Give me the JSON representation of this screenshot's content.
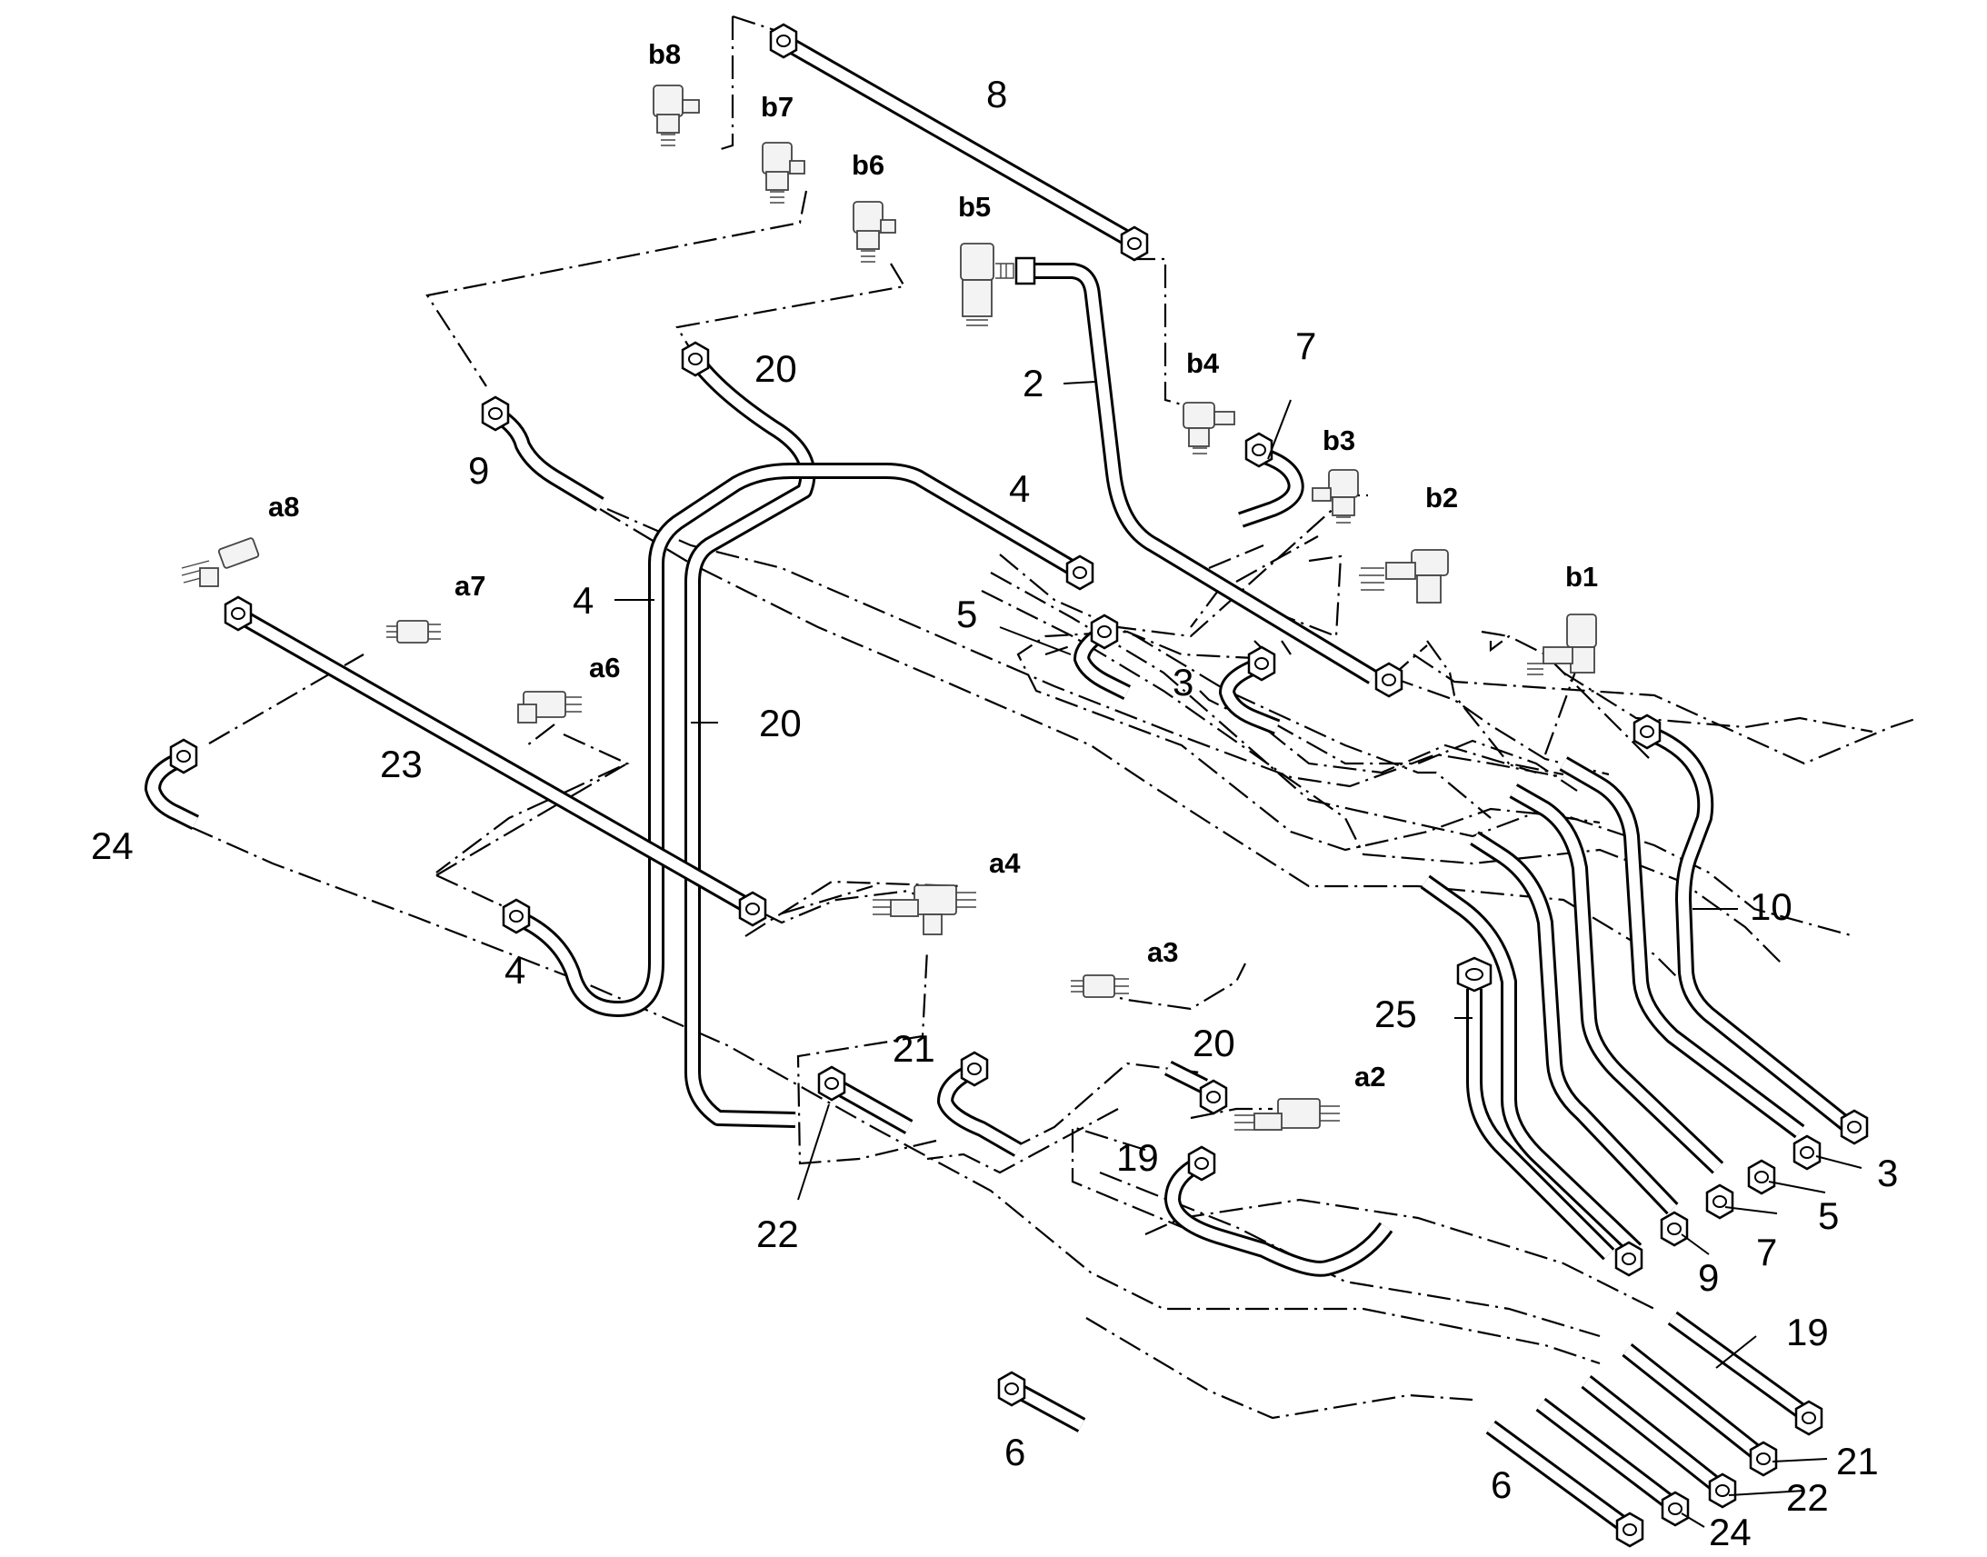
{
  "diagram": {
    "type": "exploded hydraulic pipe assembly",
    "part_numbers": [
      {
        "id": "p8",
        "text": "8"
      },
      {
        "id": "p20a",
        "text": "20"
      },
      {
        "id": "p2",
        "text": "2"
      },
      {
        "id": "p7a",
        "text": "7"
      },
      {
        "id": "p9a",
        "text": "9"
      },
      {
        "id": "p4a",
        "text": "4"
      },
      {
        "id": "p4b",
        "text": "4"
      },
      {
        "id": "p5a",
        "text": "5"
      },
      {
        "id": "p3a",
        "text": "3"
      },
      {
        "id": "p20b",
        "text": "20"
      },
      {
        "id": "p23",
        "text": "23"
      },
      {
        "id": "p24a",
        "text": "24"
      },
      {
        "id": "p10",
        "text": "10"
      },
      {
        "id": "p4c",
        "text": "4"
      },
      {
        "id": "p25",
        "text": "25"
      },
      {
        "id": "p21a",
        "text": "21"
      },
      {
        "id": "p20c",
        "text": "20"
      },
      {
        "id": "p19a",
        "text": "19"
      },
      {
        "id": "p22a",
        "text": "22"
      },
      {
        "id": "p3b",
        "text": "3"
      },
      {
        "id": "p5b",
        "text": "5"
      },
      {
        "id": "p7b",
        "text": "7"
      },
      {
        "id": "p9b",
        "text": "9"
      },
      {
        "id": "p19b",
        "text": "19"
      },
      {
        "id": "p21b",
        "text": "21"
      },
      {
        "id": "p22b",
        "text": "22"
      },
      {
        "id": "p24b",
        "text": "24"
      },
      {
        "id": "p6a",
        "text": "6"
      },
      {
        "id": "p6b",
        "text": "6"
      }
    ],
    "fitting_codes": [
      {
        "id": "b8",
        "text": "b8"
      },
      {
        "id": "b7",
        "text": "b7"
      },
      {
        "id": "b6",
        "text": "b6"
      },
      {
        "id": "b5",
        "text": "b5"
      },
      {
        "id": "b4",
        "text": "b4"
      },
      {
        "id": "b3",
        "text": "b3"
      },
      {
        "id": "b2",
        "text": "b2"
      },
      {
        "id": "b1",
        "text": "b1"
      },
      {
        "id": "a8",
        "text": "a8"
      },
      {
        "id": "a7",
        "text": "a7"
      },
      {
        "id": "a6",
        "text": "a6"
      },
      {
        "id": "a4",
        "text": "a4"
      },
      {
        "id": "a3",
        "text": "a3"
      },
      {
        "id": "a2",
        "text": "a2"
      }
    ]
  }
}
